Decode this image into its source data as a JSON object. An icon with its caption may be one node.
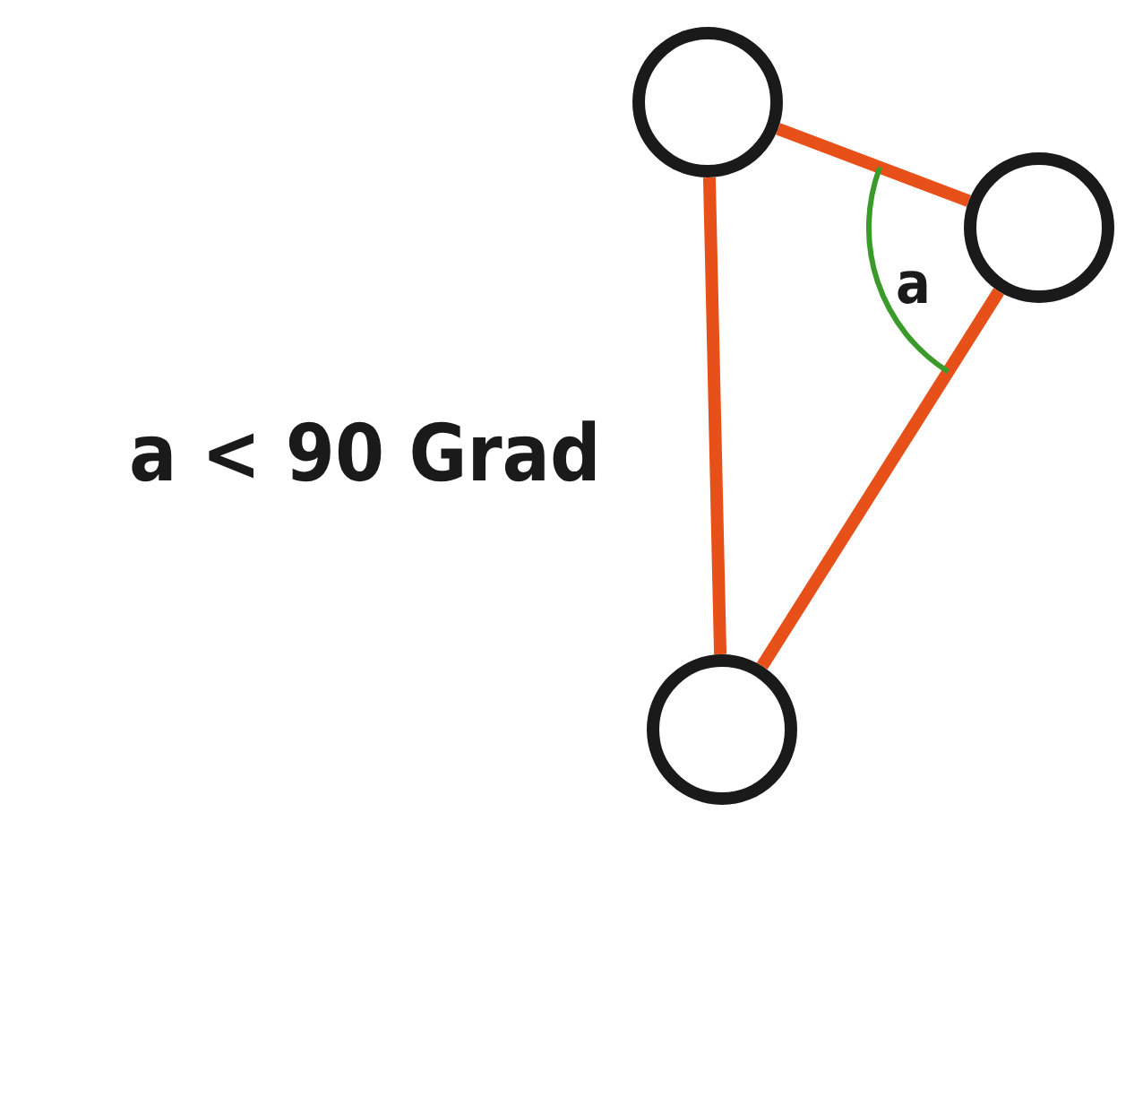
{
  "diagram": {
    "nodes": [
      {
        "text": [],
        "shape": "circle"
      },
      {
        "text": [],
        "shape": "circle"
      },
      {
        "text": [],
        "shape": "circle"
      }
    ],
    "edges": [
      {
        "from": 0,
        "to": 1,
        "arrow": "none"
      },
      {
        "from": 1,
        "to": 2,
        "arrow": "none"
      },
      {
        "from": 2,
        "to": 0,
        "arrow": "none"
      }
    ],
    "labels": [
      "a",
      "a < 90 Grad"
    ]
  }
}
